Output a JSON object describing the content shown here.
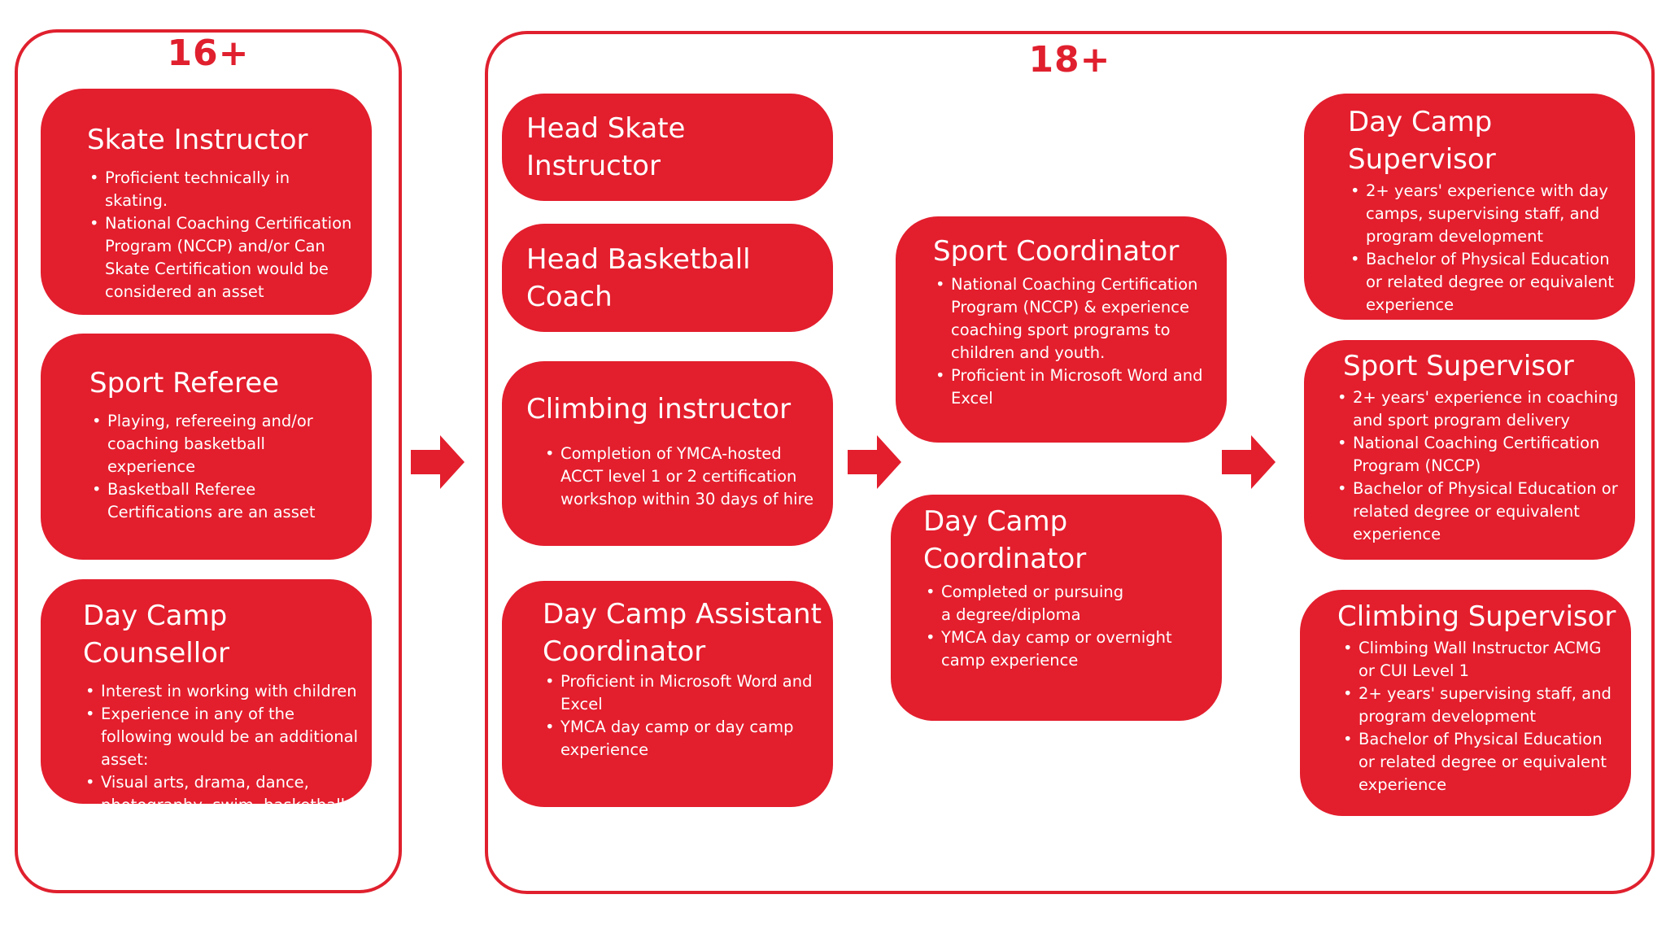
{
  "colors": {
    "accent": "#e31e2d",
    "text_on_accent": "#ffffff",
    "background": "#ffffff"
  },
  "groups": {
    "age16": {
      "label": "16+"
    },
    "age18": {
      "label": "18+"
    }
  },
  "cards": {
    "skate_instructor": {
      "title": "Skate Instructor",
      "bullets": [
        "Proficient technically in skating.",
        "National Coaching Certification Program (NCCP) and/or Can Skate Certification would be considered an asset"
      ]
    },
    "sport_referee": {
      "title": "Sport Referee",
      "bullets": [
        "Playing, refereeing and/or coaching basketball experience",
        "Basketball Referee Certifications are an asset"
      ]
    },
    "day_camp_counsellor": {
      "title": "Day Camp Counsellor",
      "bullets": [
        "Interest in working with children",
        "Experience in any of the following would be an additional asset:",
        "Visual arts, drama, dance, photography, swim, basketball, skating experience considered an asset"
      ]
    },
    "head_skate_instructor": {
      "title": "Head Skate Instructor"
    },
    "head_basketball_coach": {
      "title": "Head Basketball Coach"
    },
    "climbing_instructor": {
      "title": "Climbing instructor",
      "bullets": [
        "Completion of YMCA-hosted ACCT level 1 or 2 certification workshop within 30 days of hire"
      ]
    },
    "day_camp_assistant_coordinator": {
      "title": "Day Camp Assistant Coordinator",
      "bullets": [
        "Proficient in Microsoft Word and Excel",
        "YMCA day camp or day camp experience"
      ]
    },
    "sport_coordinator": {
      "title": "Sport Coordinator",
      "bullets": [
        "National Coaching Certification Program (NCCP) & experience coaching sport programs to children and youth.",
        "Proficient in Microsoft Word and Excel"
      ]
    },
    "day_camp_coordinator": {
      "title": "Day Camp Coordinator",
      "bullets": [
        "Completed or pursuing a degree/diploma",
        "YMCA day camp or overnight camp experience"
      ]
    },
    "day_camp_supervisor": {
      "title": "Day Camp Supervisor",
      "bullets": [
        "2+ years' experience with day camps, supervising staff, and program development",
        "Bachelor of Physical Education or related degree or equivalent experience"
      ]
    },
    "sport_supervisor": {
      "title": "Sport Supervisor",
      "bullets": [
        "2+ years' experience in coaching and sport program delivery",
        "National Coaching Certification Program (NCCP)",
        "Bachelor of Physical Education or related degree or equivalent experience"
      ]
    },
    "climbing_supervisor": {
      "title": "Climbing Supervisor",
      "bullets": [
        "Climbing Wall Instructor ACMG or CUI Level 1",
        "2+ years' supervising staff, and program development",
        "Bachelor of Physical Education or related degree or equivalent experience"
      ]
    }
  },
  "icons": {
    "arrows": [
      "arrow-right-icon",
      "arrow-right-icon",
      "arrow-right-icon"
    ]
  }
}
